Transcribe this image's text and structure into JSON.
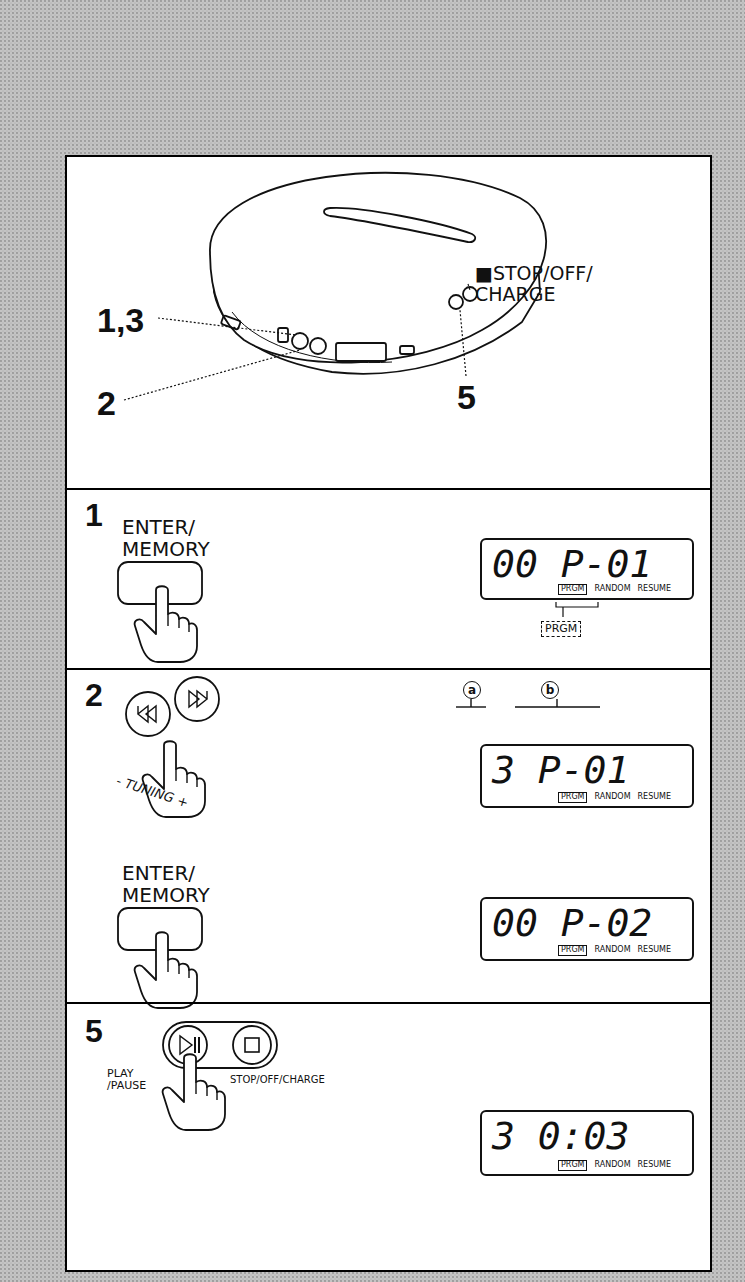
{
  "diagram": {
    "nodes": [
      {
        "text": [
          "1,3",
          "2",
          "5",
          "■STOP/OFF/ CHARGE"
        ]
      },
      {
        "text": [
          "1",
          "ENTER/ MEMORY",
          "PRGM"
        ]
      },
      {
        "text": [
          "00 P-01",
          "PRGM",
          "RANDOM",
          "RESUME"
        ],
        "in": 1
      },
      {
        "text": [
          "2",
          "- TUNING +",
          "a",
          "b",
          "ENTER/ MEMORY"
        ]
      },
      {
        "text": [
          "3 P-01",
          "PRGM",
          "RANDOM",
          "RESUME"
        ],
        "in": 3
      },
      {
        "text": [
          "00 P-02",
          "PRGM",
          "RANDOM",
          "RESUME"
        ],
        "in": 3
      },
      {
        "text": [
          "5",
          "PLAY /PAUSE",
          "STOP/OFF/CHARGE"
        ]
      },
      {
        "text": [
          "3 0:03",
          "PRGM",
          "RANDOM",
          "RESUME"
        ],
        "in": 6
      }
    ]
  }
}
